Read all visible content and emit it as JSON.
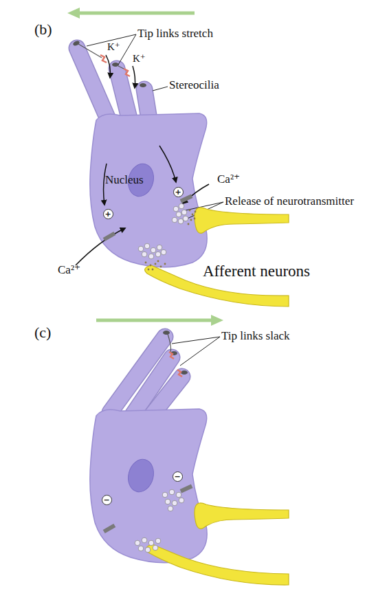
{
  "diagram": {
    "nodes": [
      {
        "text": [
          "+"
        ]
      },
      {
        "text": [
          "+"
        ]
      },
      {
        "text": [
          "−"
        ]
      },
      {
        "text": [
          "−"
        ]
      }
    ],
    "labels": [
      "(b)",
      "Tip links stretch",
      "K⁺",
      "K⁺",
      "Stereocilia",
      "Nucleus",
      "Ca²⁺",
      "Release of neurotransmitter",
      "Ca²⁺",
      "Afferent neurons",
      "(c)",
      "Tip links slack"
    ]
  }
}
